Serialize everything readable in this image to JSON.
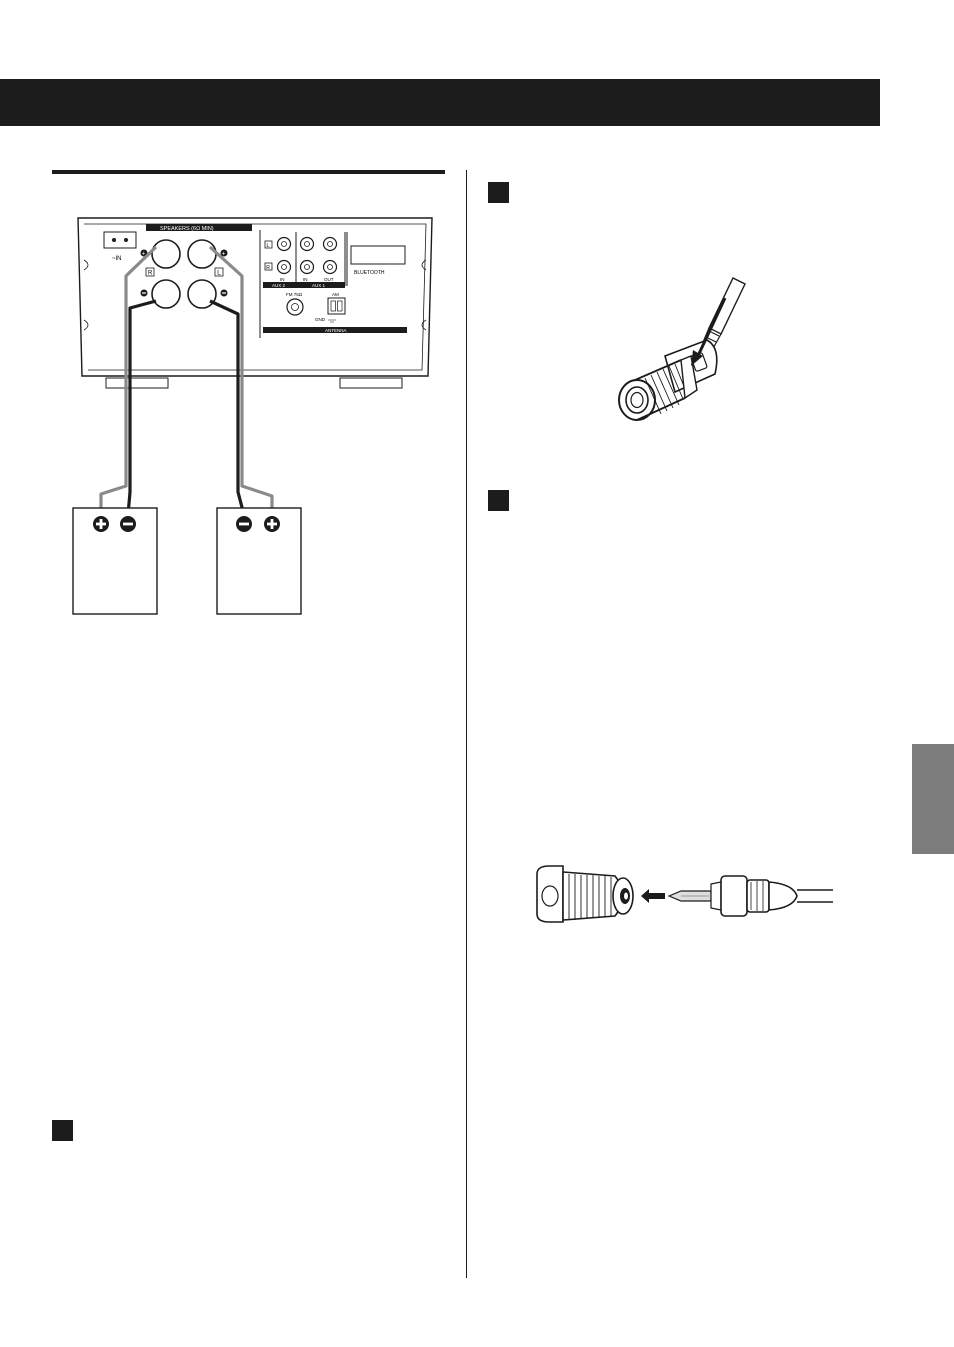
{
  "rear_panel": {
    "ac_inlet_label": "~IN",
    "speakers_label": "SPEAKERS (6Ω MIN)",
    "right_label": "R",
    "left_label": "L",
    "aux2_label": "AUX 2",
    "aux1_label": "AUX 1",
    "in_label_1": "IN",
    "in_label_2": "IN",
    "out_label": "OUT",
    "row_l_label": "L",
    "row_r_label": "R",
    "fm_label": "FM 75Ω",
    "am_label": "AM",
    "gnd_label": "GND",
    "antenna_label": "ANTENNA",
    "bluetooth_label": "BLUETOOTH"
  },
  "colors": {
    "header_bar": "#1c1c1c",
    "side_tab": "#7d7d7d",
    "gray_wire": "#8a8a8a",
    "black_wire": "#1c1c1c"
  }
}
